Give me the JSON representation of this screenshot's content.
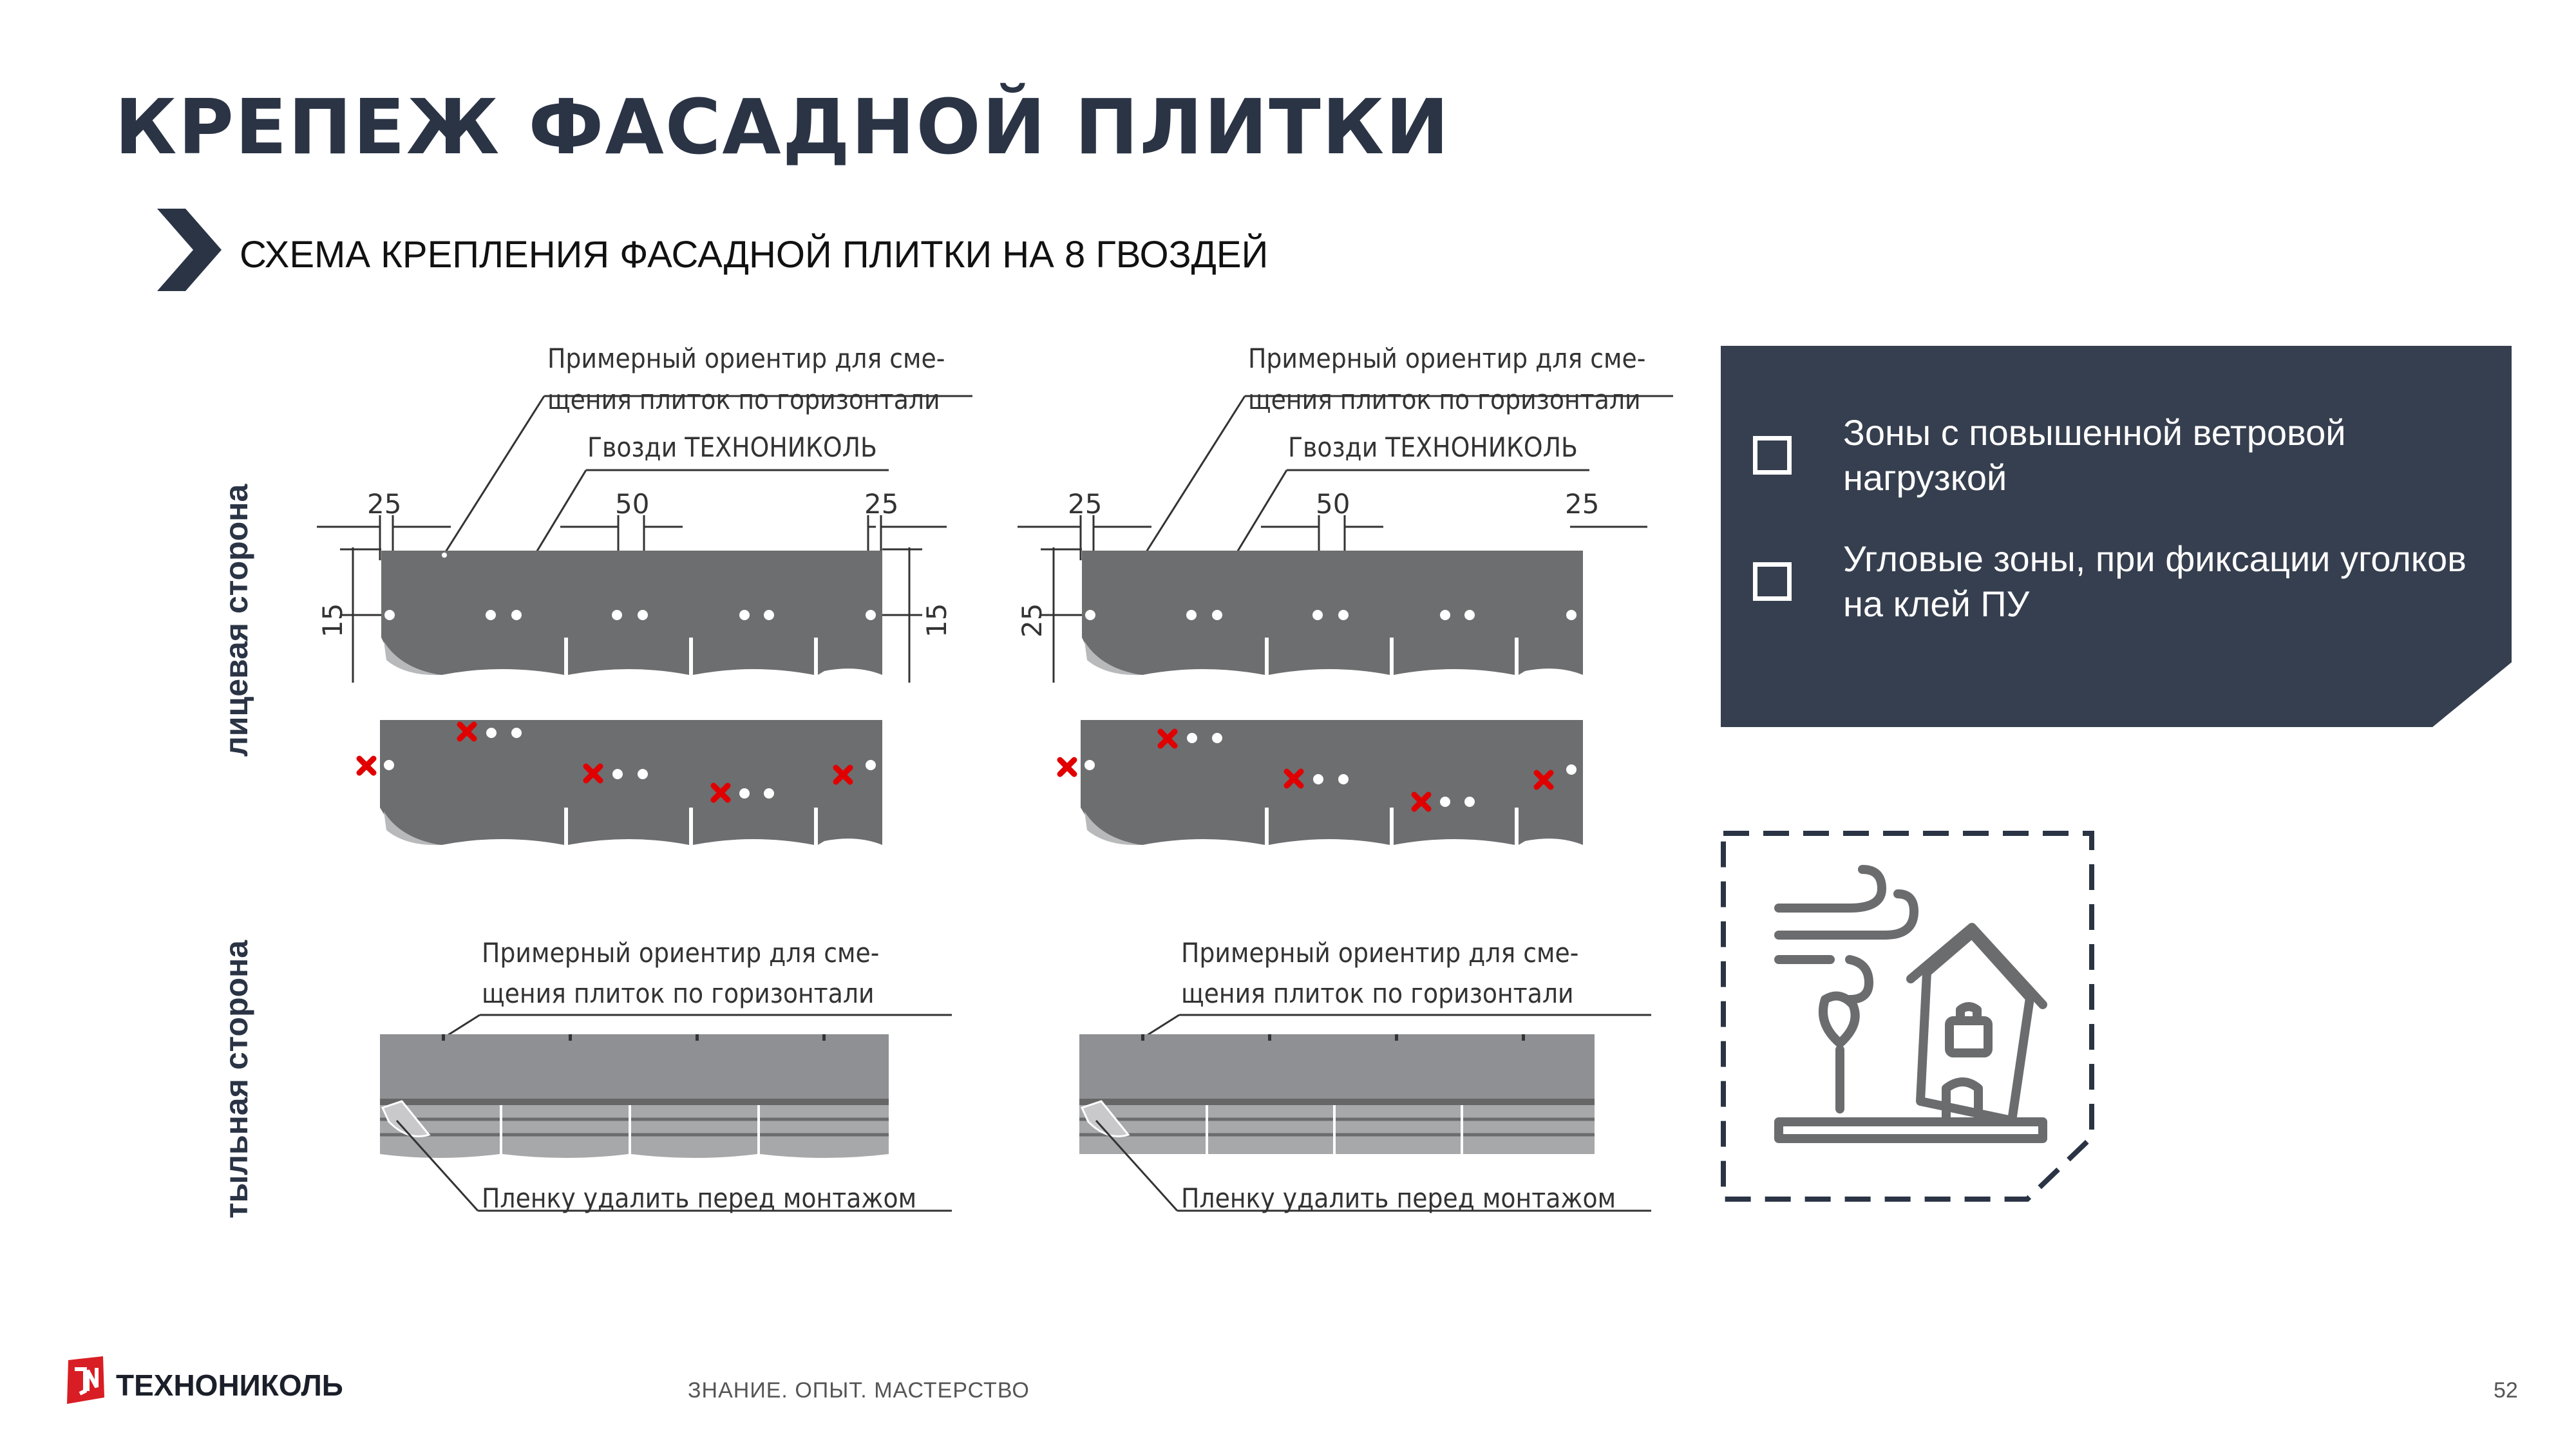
{
  "header": {
    "title": "КРЕПЕЖ ФАСАДНОЙ ПЛИТКИ",
    "subtitle": "СХЕМА КРЕПЛЕНИЯ ФАСАДНОЙ ПЛИТКИ НА 8 ГВОЗДЕЙ"
  },
  "side_labels": {
    "front": "лицевая сторона",
    "back": "тыльная сторона"
  },
  "diagram": {
    "label_offset_line1": "Примерный ориентир для сме-",
    "label_offset_line2": "щения плиток по горизонтали",
    "label_nails": "Гвозди ТЕХНОНИКОЛЬ",
    "label_film": "Пленку удалить перед монтажом",
    "left_dims": {
      "top_left": "25",
      "top_mid": "50",
      "top_right": "25",
      "side_left": "15",
      "side_right": "15"
    },
    "right_dims": {
      "top_left": "25",
      "top_mid": "50",
      "top_right": "25",
      "side_left": "25"
    }
  },
  "info_panel": {
    "items": [
      {
        "text": "Зоны с повышенной ветровой нагрузкой"
      },
      {
        "text": "Угловые зоны, при фиксации уголков на клей ПУ"
      }
    ]
  },
  "footer": {
    "brand": "ТЕХНОНИКОЛЬ",
    "slogan": "ЗНАНИЕ. ОПЫТ. МАСТЕРСТВО",
    "page": "52"
  },
  "colors": {
    "title": "#2a3445",
    "panel": "#363f4f",
    "tile": "#6d6e70",
    "tile_back": "#8f9093",
    "mark": "#e00000",
    "brand_red": "#d81e24"
  }
}
